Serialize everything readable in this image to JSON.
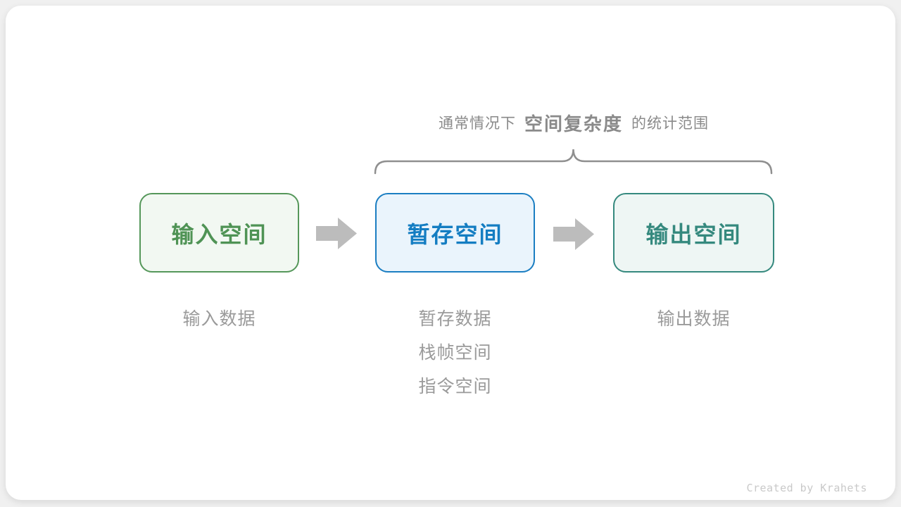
{
  "page": {
    "background_color": "#f0f0f0",
    "card_color": "#ffffff"
  },
  "title": {
    "prefix": "通常情况下",
    "highlight": "空间复杂度",
    "suffix": "的统计范围",
    "color": "#8a8a8a"
  },
  "brace": {
    "color": "#8f8f8f"
  },
  "boxes": [
    {
      "label": "输入空间",
      "border_color": "#55975a",
      "fill_color": "#f2f8f2",
      "text_color": "#4f9355"
    },
    {
      "label": "暂存空间",
      "border_color": "#1b7ec2",
      "fill_color": "#eaf4fc",
      "text_color": "#147dc2"
    },
    {
      "label": "输出空间",
      "border_color": "#35897e",
      "fill_color": "#eef6f4",
      "text_color": "#35897e"
    }
  ],
  "arrows": {
    "color": "#bcbcbc"
  },
  "notes": {
    "color": "#9a9a9a",
    "input": [
      "输入数据"
    ],
    "temporary": [
      "暂存数据",
      "栈帧空间",
      "指令空间"
    ],
    "output": [
      "输出数据"
    ]
  },
  "footer": {
    "credit": "Created by Krahets",
    "color": "#c9c9c9"
  }
}
